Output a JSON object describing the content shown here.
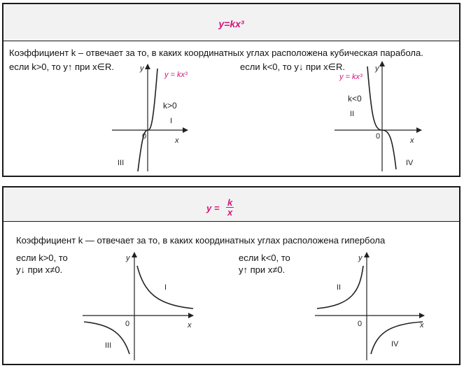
{
  "cubic": {
    "formula": "y=kx³",
    "description": "Коэффициент k – отвечает за то, в каких координатных углах расположена кубическая парабола.",
    "pos_case": "если k>0, то y↑ при x∈R.",
    "neg_case": "если k<0, то y↓  при x∈R.",
    "graph_pos": {
      "curve_label": "y = kx³",
      "k_label": "k>0",
      "quadrants": [
        "I",
        "III"
      ]
    },
    "graph_neg": {
      "curve_label": "y = kx³",
      "k_label": "k<0",
      "quadrants": [
        "II",
        "IV"
      ]
    }
  },
  "hyperbola": {
    "formula_lhs": "y =",
    "formula_num": "k",
    "formula_den": "x",
    "description": "Коэффициент k — отвечает за то, в каких координатных углах расположена гипербола",
    "pos_case_1": "если k>0, то",
    "pos_case_2": "y↓ при x≠0.",
    "neg_case_1": "если k<0, то",
    "neg_case_2": "y↑ при x≠0.",
    "graph_pos": {
      "quadrants": [
        "I",
        "III"
      ]
    },
    "graph_neg": {
      "quadrants": [
        "II",
        "IV"
      ]
    }
  },
  "axes": {
    "x": "x",
    "y": "y",
    "origin": "0"
  },
  "colors": {
    "accent": "#d4147a",
    "curve": "#222222",
    "header_bg": "#f2f2f2"
  }
}
